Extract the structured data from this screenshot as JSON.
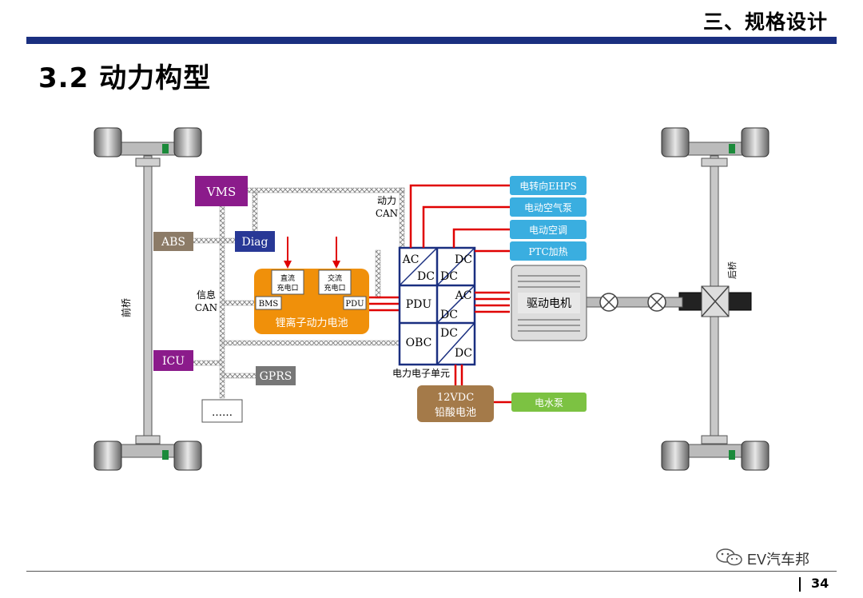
{
  "header": {
    "section": "三、规格设计",
    "title": "3.2 动力构型"
  },
  "footer": {
    "page_number": "34",
    "brand": "EV汽车邦"
  },
  "diagram": {
    "front_axle": "前桥",
    "rear_axle": "后桥",
    "vms": "VMS",
    "abs": "ABS",
    "diag": "Diag",
    "icu": "ICU",
    "gprs": "GPRS",
    "ellipsis": "……",
    "info_can_1": "信息",
    "info_can_2": "CAN",
    "power_can_1": "动力",
    "power_can_2": "CAN",
    "dc_port_1": "直流",
    "dc_port_2": "充电口",
    "ac_port_1": "交流",
    "ac_port_2": "充电口",
    "bms": "BMS",
    "pdu_small": "PDU",
    "battery": "锂离子动力电池",
    "pe_ac": "AC",
    "pe_dc1": "DC",
    "pe_dc2": "DC",
    "pe_dc3": "DC",
    "pdu": "PDU",
    "pe_ac2": "AC",
    "pe_dc4": "DC",
    "obc": "OBC",
    "pe_dc5": "DC",
    "pe_dc6": "DC",
    "pe_unit": "电力电子单元",
    "motor": "驱动电机",
    "ehps": "电转向EHPS",
    "air_pump": "电动空气泵",
    "ac": "电动空调",
    "ptc": "PTC加热",
    "lead_acid_1": "12VDC",
    "lead_acid_2": "铅酸电池",
    "water_pump": "电水泵",
    "colors": {
      "navy": "#1a2f80",
      "purple": "#8b1b8b",
      "orange": "#f0900a",
      "brown_box": "#8c7b67",
      "diag_blue": "#283896",
      "gray_box": "#777777",
      "blue_box": "#3aaee0",
      "green_box": "#7cc242",
      "lead_brown": "#a47a49",
      "red_line": "#e00000"
    }
  }
}
